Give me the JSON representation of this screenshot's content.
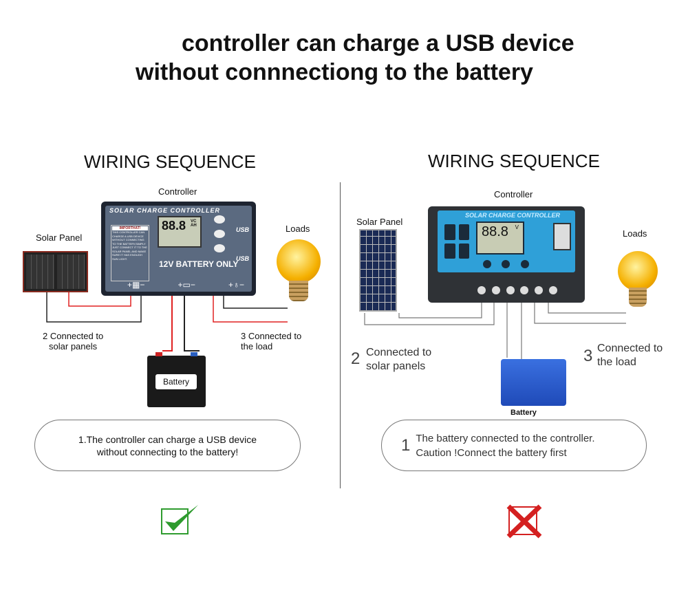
{
  "header": {
    "line1": "controller can charge a USB device",
    "line2": "without connnectiong to the battery"
  },
  "left": {
    "heading": "WIRING SEQUENCE",
    "controller_label": "Controller",
    "controller_title": "SOLAR CHARGE CONTROLLER",
    "lcd": "88.8",
    "lcd_units": "VC AH",
    "notice_title": "IMPORTHAT!",
    "notice_text": "THIS CONTROLLER CAN CHARGE A USB DEVICE WITHOUT CONNECTING TO THE BATTERY,SIMPLY JUST CONNECT IT TO THE SOLAR PANEL AND MAKE SURE IT HAS ENOUGH SUN LIGHT.",
    "battery_only": "12V BATTERY ONLY",
    "usb": "USB",
    "solar_panel_label": "Solar Panel",
    "loads_label": "Loads",
    "battery_label": "Battery",
    "step2": "2 Connected to\nsolar panels",
    "step3": "3 Connected to\nthe load",
    "note_line1": "1.The controller can charge a USB device",
    "note_line2": "without connecting to the battery!",
    "verdict": "check-icon",
    "verdict_color": "#2e9b2e"
  },
  "right": {
    "heading": "WIRING SEQUENCE",
    "controller_label": "Controller",
    "controller_title": "SOLAR CHARGE CONTROLLER",
    "lcd": "88.8",
    "lcd_units": "V",
    "solar_panel_label": "Solar Panel",
    "loads_label": "Loads",
    "battery_label": "Battery",
    "step2_num": "2",
    "step2_text": "Connected to\nsolar panels",
    "step3_num": "3",
    "step3_text": "Connected to\nthe load",
    "note_num": "1",
    "note_line1": "The battery connected to the controller.",
    "note_line2": "Caution !Connect the battery first",
    "verdict": "cross-icon",
    "verdict_color": "#d42020"
  }
}
